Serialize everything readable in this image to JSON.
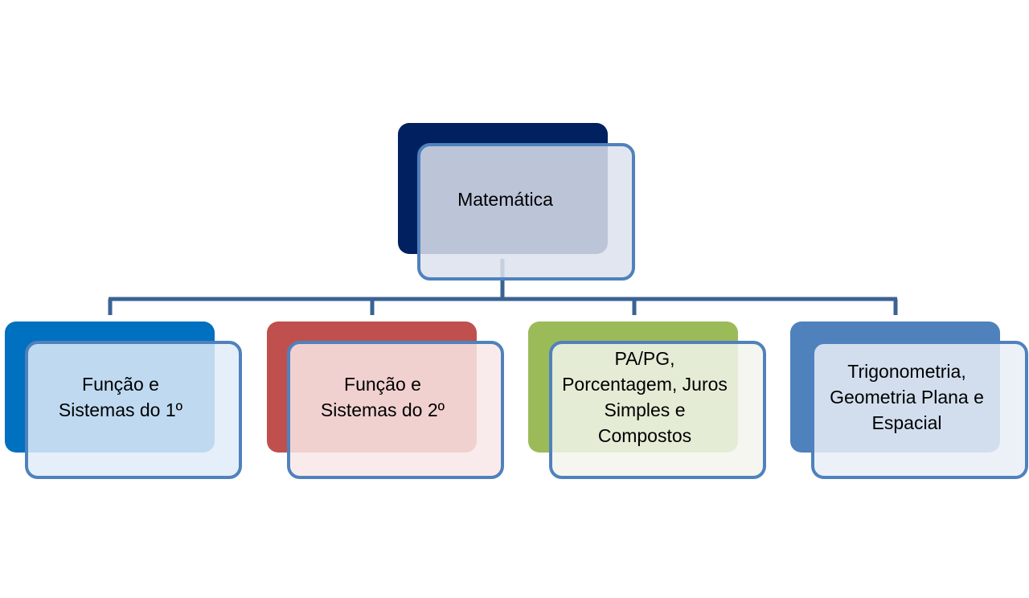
{
  "root": {
    "label": "Matemática",
    "color": "#002060",
    "fill": "rgba(221, 226, 237, 0.85)"
  },
  "children": [
    {
      "label": "Função e\nSistemas do 1º",
      "color": "#0070c0",
      "fill": "rgba(225, 236, 248, 0.85)"
    },
    {
      "label": "Função e\nSistemas do 2º",
      "color": "#c0504d",
      "fill": "rgba(248, 232, 232, 0.85)"
    },
    {
      "label": "PA/PG,\nPorcentagem, Juros\nSimples e\nCompostos",
      "color": "#9bbb59",
      "fill": "rgba(242, 245, 236, 0.85)"
    },
    {
      "label": "Trigonometria,\nGeometria Plana e\nEspacial",
      "color": "#4f81bd",
      "fill": "rgba(233, 238, 247, 0.85)"
    }
  ],
  "connector_color": "#3a6394"
}
